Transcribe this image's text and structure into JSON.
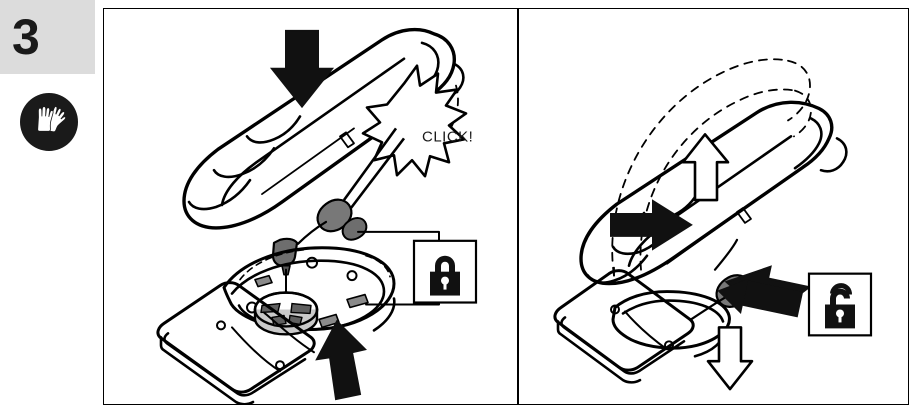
{
  "step": {
    "number": "3",
    "badge_bg": "#dcdcdc",
    "ppe_icon": "safety-gloves-icon",
    "ppe_meaning": "wear protective gloves"
  },
  "illustration": {
    "border_color": "#000000",
    "line_color": "#000000",
    "accent_gray": "#7a7a7a",
    "panels": [
      {
        "id": "lock",
        "name": "attach-and-lock",
        "callout_text": "CLICK!",
        "status_icon": "padlock-closed-icon",
        "status_meaning": "locked",
        "arrows": [
          {
            "name": "press-down-arrow",
            "style": "solid",
            "direction": "down"
          },
          {
            "name": "push-up-arrow",
            "style": "solid",
            "direction": "up"
          }
        ],
        "parts": [
          "handheld-steam-cleaner-body",
          "release-button",
          "steam-nozzle",
          "floor-head-base",
          "cleaning-pad",
          "coupling-socket"
        ]
      },
      {
        "id": "unlock",
        "name": "release-and-detach",
        "callout_text": "",
        "status_icon": "padlock-open-icon",
        "status_meaning": "unlocked",
        "arrows": [
          {
            "name": "press-release-button-arrow",
            "style": "solid",
            "direction": "left"
          },
          {
            "name": "push-in-arrow",
            "style": "solid",
            "direction": "right"
          },
          {
            "name": "lift-up-arrow",
            "style": "hollow",
            "direction": "up"
          },
          {
            "name": "lower-down-arrow",
            "style": "hollow",
            "direction": "down"
          },
          {
            "name": "swing-path-arc",
            "style": "dashed",
            "direction": "arc"
          }
        ],
        "parts": [
          "handheld-steam-cleaner-body",
          "release-button",
          "floor-head-base",
          "cleaning-pad"
        ]
      }
    ]
  }
}
